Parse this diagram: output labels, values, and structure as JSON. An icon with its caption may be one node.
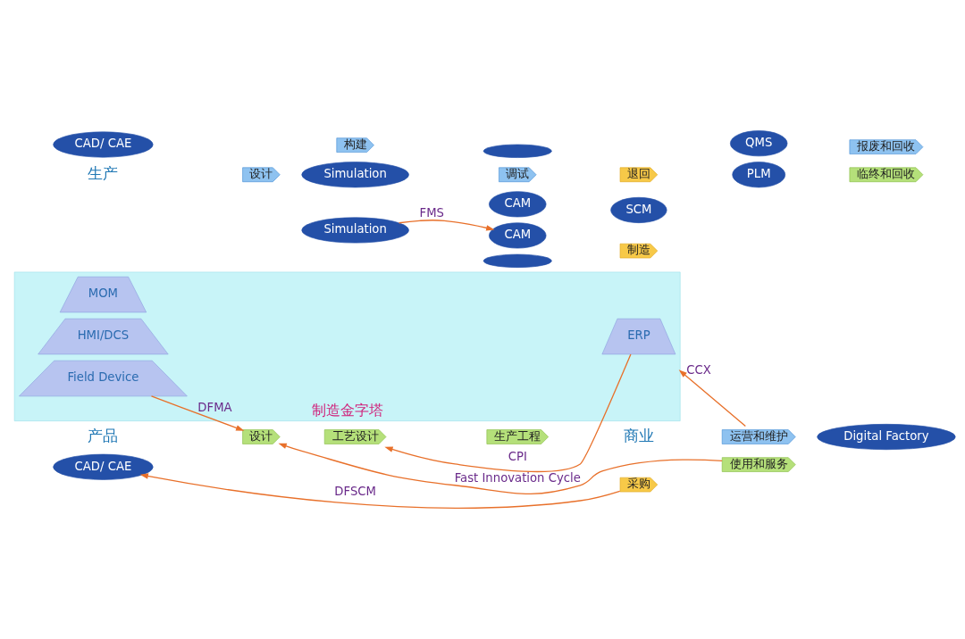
{
  "diagram": {
    "nodes": [
      {
        "text": [
          "CAD/ CAE"
        ]
      },
      {
        "text": [
          "设计"
        ]
      },
      {
        "text": [
          "工艺设计"
        ]
      },
      {
        "text": [
          "生产工程"
        ]
      },
      {
        "text": [],
        "shape": "ellipse"
      },
      {
        "text": [
          "Simulation"
        ]
      },
      {
        "text": [
          "CAM"
        ]
      },
      {
        "text": [
          "采购"
        ]
      },
      {
        "text": [
          "制造"
        ]
      },
      {
        "text": [
          "SCM"
        ]
      },
      {
        "text": [
          "退回"
        ]
      },
      {
        "text": [
          "制造金字塔"
        ]
      },
      {
        "text": [
          "ERP"
        ],
        "in": 11
      },
      {
        "text": [
          "MOM"
        ],
        "in": 11
      },
      {
        "text": [
          "HMI/DCS"
        ],
        "in": 11
      },
      {
        "text": [
          "Field Device"
        ],
        "in": 11
      },
      {
        "text": [
          "运营和维护"
        ]
      },
      {
        "text": [
          "报废和回收"
        ]
      },
      {
        "text": [
          "Digital Factory"
        ]
      },
      {
        "text": [
          "使用和服务"
        ]
      },
      {
        "text": [
          "临终和回收"
        ]
      },
      {
        "text": [
          "QMS"
        ]
      },
      {
        "text": [
          "PLM"
        ]
      },
      {
        "text": [
          "CAD/ CAE"
        ]
      },
      {
        "text": [
          "CAM"
        ]
      },
      {
        "text": [],
        "shape": "ellipse"
      },
      {
        "text": [
          "设计"
        ]
      },
      {
        "text": [
          "构建"
        ]
      },
      {
        "text": [
          "调试"
        ]
      },
      {
        "text": [
          "Simulation"
        ]
      }
    ],
    "edges": [
      {
        "from": 7,
        "to": 0,
        "arrow": "to",
        "label": "DFSCM"
      },
      {
        "from": 12,
        "to": 2,
        "arrow": "to",
        "label": "CPI"
      },
      {
        "from": 5,
        "to": 24,
        "arrow": "to",
        "label": "FMS"
      },
      {
        "from": 15,
        "to": 1,
        "arrow": "to",
        "label": "DFMA"
      },
      {
        "from": 19,
        "to": 1,
        "arrow": "to",
        "label": "Fast Innovation Cycle"
      },
      {
        "from": 16,
        "to": 11,
        "arrow": "to",
        "label": "CCX"
      }
    ],
    "labels": [
      "产品",
      "商业",
      "生产"
    ]
  }
}
